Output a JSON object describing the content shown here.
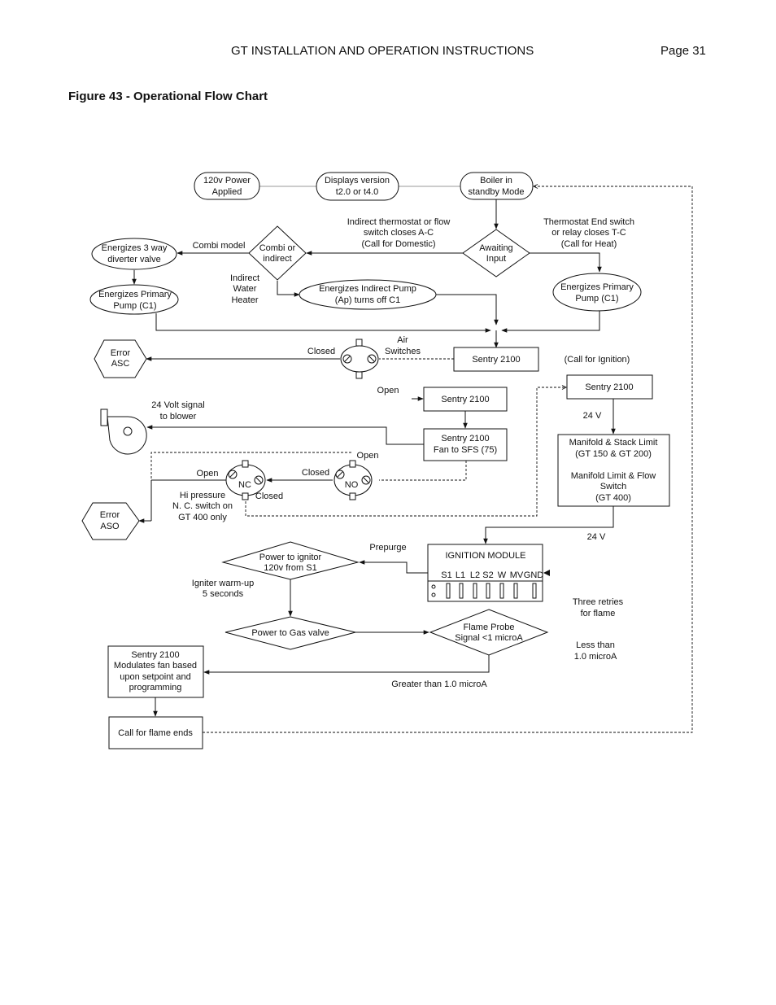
{
  "page": {
    "header_title": "GT INSTALLATION AND OPERATION INSTRUCTIONS",
    "page_number": "Page 31",
    "figure_title": "Figure 43 - Operational Flow Chart"
  },
  "flowchart": {
    "power_applied": [
      "120v Power",
      "Applied"
    ],
    "display_version": [
      "Displays version",
      "t2.0 or t4.0"
    ],
    "standby": [
      "Boiler in",
      "standby Mode"
    ],
    "indirect_thermostat": [
      "Indirect thermostat or flow",
      "switch closes A-C",
      "(Call for Domestic)"
    ],
    "thermostat_end": [
      "Thermostat End switch",
      "or relay closes T-C",
      "(Call for Heat)"
    ],
    "awaiting_input": [
      "Awaiting",
      "Input"
    ],
    "combi_decision": [
      "Combi or",
      "indirect"
    ],
    "combi_model": "Combi model",
    "three_way_valve": [
      "Energizes 3 way",
      "diverter valve"
    ],
    "primary_pump_left": [
      "Energizes Primary",
      "Pump (C1)"
    ],
    "indirect_water_heater": [
      "Indirect",
      "Water",
      "Heater"
    ],
    "indirect_pump": [
      "Energizes Indirect Pump",
      "(Ap) turns off C1"
    ],
    "primary_pump_right": [
      "Energizes Primary",
      "Pump (C1)"
    ],
    "air_switches": [
      "Air",
      "Switches"
    ],
    "sentry_1": "Sentry 2100",
    "closed_1": "Closed",
    "error_asc": [
      "Error",
      "ASC"
    ],
    "call_for_ignition": "(Call for Ignition)",
    "open_1": "Open",
    "sentry_2": "Sentry 2100",
    "sentry_right": "Sentry 2100",
    "volt_24_blower": [
      "24 Volt signal",
      "to blower"
    ],
    "sentry_fan": [
      "Sentry 2100",
      "Fan to SFS (75)"
    ],
    "open_2": "Open",
    "open_3": "Open",
    "closed_2": "Closed",
    "nc": "NC",
    "no": "NO",
    "closed_3": "Closed",
    "hi_pressure": [
      "Hi pressure",
      "N. C. switch on",
      "GT 400 only"
    ],
    "error_aso": [
      "Error",
      "ASO"
    ],
    "volt_24_a": "24 V",
    "manifold": [
      "Manifold & Stack Limit",
      "(GT 150 & GT 200)",
      "",
      "Manifold Limit & Flow",
      "Switch",
      "(GT 400)"
    ],
    "volt_24_b": "24 V",
    "prepurge": "Prepurge",
    "ignitor_power": [
      "Power to ignitor",
      "120v from S1"
    ],
    "ignition_module": "IGNITION MODULE",
    "terminals": [
      "S1",
      "L1",
      "L2",
      "S2",
      "W",
      "MV",
      "GND"
    ],
    "warmup": [
      "Igniter warm-up",
      "5 seconds"
    ],
    "three_retries": [
      "Three retries",
      "for flame"
    ],
    "gas_valve": "Power to  Gas valve",
    "flame_probe": [
      "Flame Probe",
      "Signal <1 microA"
    ],
    "less_than": [
      "Less than",
      "1.0 microA"
    ],
    "modulates": [
      "Sentry 2100",
      "Modulates fan based",
      "upon setpoint and",
      "programming"
    ],
    "greater_than": "Greater than 1.0 microA",
    "flame_ends": "Call for flame ends"
  }
}
